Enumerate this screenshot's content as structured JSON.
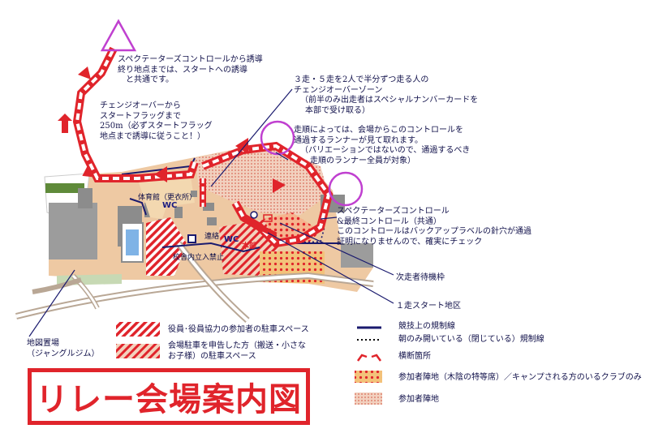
{
  "title": "リレー会場案内図",
  "annotations": {
    "spectator_top": [
      "スペクテーターズコントロールから誘導",
      "終り地点までは、スタートへの誘導",
      "と共通です。"
    ],
    "changeover_flag": [
      "チェンジオーバーから",
      "スタートフラッグまで",
      "250m（必ずスタートフラッグ",
      "地点まで誘導に従うこと！）"
    ],
    "change_zone": [
      "３走・５走を2人で半分ずつ走る人の",
      "チェンジオーバーゾーン",
      "（前半のみ出走者はスペシャルナンバーカードを",
      "本部で受け取る）"
    ],
    "order_visible": [
      "走順によっては、会場からこのコントロールを",
      "通過するランナーが見て取れます。",
      "（バリエーションではないので、通過するべき",
      "走順のランナー全員が対象）"
    ],
    "spectator_final": [
      "スペクテーターズコントロール",
      "&最終コントロール（共通）",
      "このコントロールはバックアップラベルの針穴が通過",
      "証明になりませんので、確実にチェック"
    ],
    "next_runner": "次走者待機枠",
    "first_start": "１走スタート地区",
    "map_place": [
      "地図置場",
      "（ジャングルジム）"
    ]
  },
  "places": {
    "gym": "体育館（更衣所）",
    "wc1": "WC",
    "wc2": "WC",
    "renraku": "連絡",
    "honbu": "本部",
    "no_entry": "校舎内立入禁止"
  },
  "legend": {
    "parking_staff": "役員･役員協力の参加者の駐車スペース",
    "parking_declared": [
      "会場駐車を申告した方（搬送・小さな",
      "お子様）の駐車スペース"
    ],
    "restriction_line": "競技上の規制線",
    "morning_line": "朝のみ開いている（閉じている）規制線",
    "crossing": "横断箇所",
    "camp_area": "参加者陣地（木陰の特等席）／キャンプされる方のいるクラブのみ",
    "participant_area": "参加者陣地"
  },
  "colors": {
    "route_red": "#e0242b",
    "control_magenta": "#c040d0",
    "restriction_navy": "#1a1a6e",
    "building_gray": "#8c8c8c",
    "field_tan": "#e9c6a0",
    "green": "#5f8a3a",
    "pool_blue": "#7fb3e6"
  }
}
